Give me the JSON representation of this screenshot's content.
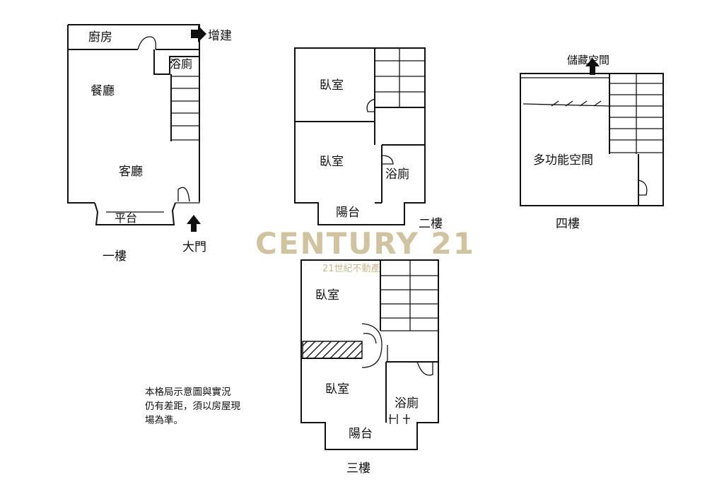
{
  "watermark": {
    "brand": "CENTURY 21",
    "registered": "®",
    "sub": "21世紀不動產",
    "color": "#c8b98f"
  },
  "floors": {
    "f1": {
      "name": "一樓",
      "rooms": {
        "kitchen": "廚房",
        "bath": "浴廁",
        "dining": "餐廳",
        "living": "客廳",
        "platform": "平台"
      },
      "extension": "增建",
      "entrance": "大門"
    },
    "f2": {
      "name": "二樓",
      "rooms": {
        "bedroom_a": "臥室",
        "bedroom_b": "臥室",
        "bath": "浴廁",
        "balcony": "陽台"
      }
    },
    "f3": {
      "name": "三樓",
      "rooms": {
        "bedroom_a": "臥室",
        "bedroom_b": "臥室",
        "bath": "浴廁",
        "balcony": "陽台"
      }
    },
    "f4": {
      "name": "四樓",
      "rooms": {
        "multi": "多功能空間"
      },
      "storage": "儲藏空間"
    }
  },
  "note": {
    "line1": "本格局示意圖與實況",
    "line2": "仍有差距，須以房屋現",
    "line3": "場為準。"
  },
  "colors": {
    "ink": "#111111",
    "hatch": "#222222"
  }
}
